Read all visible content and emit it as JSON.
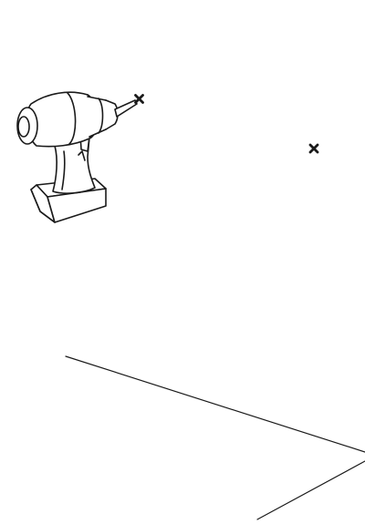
{
  "diagram": {
    "background_color": "#ffffff",
    "line_color": "#1a1a1a",
    "illustration": "cordless-drill",
    "markers": [
      "drill-bit-tip-x-marker",
      "target-point-x-marker"
    ],
    "wall_edges": [
      "wall-edge-upper",
      "wall-edge-lower"
    ]
  }
}
